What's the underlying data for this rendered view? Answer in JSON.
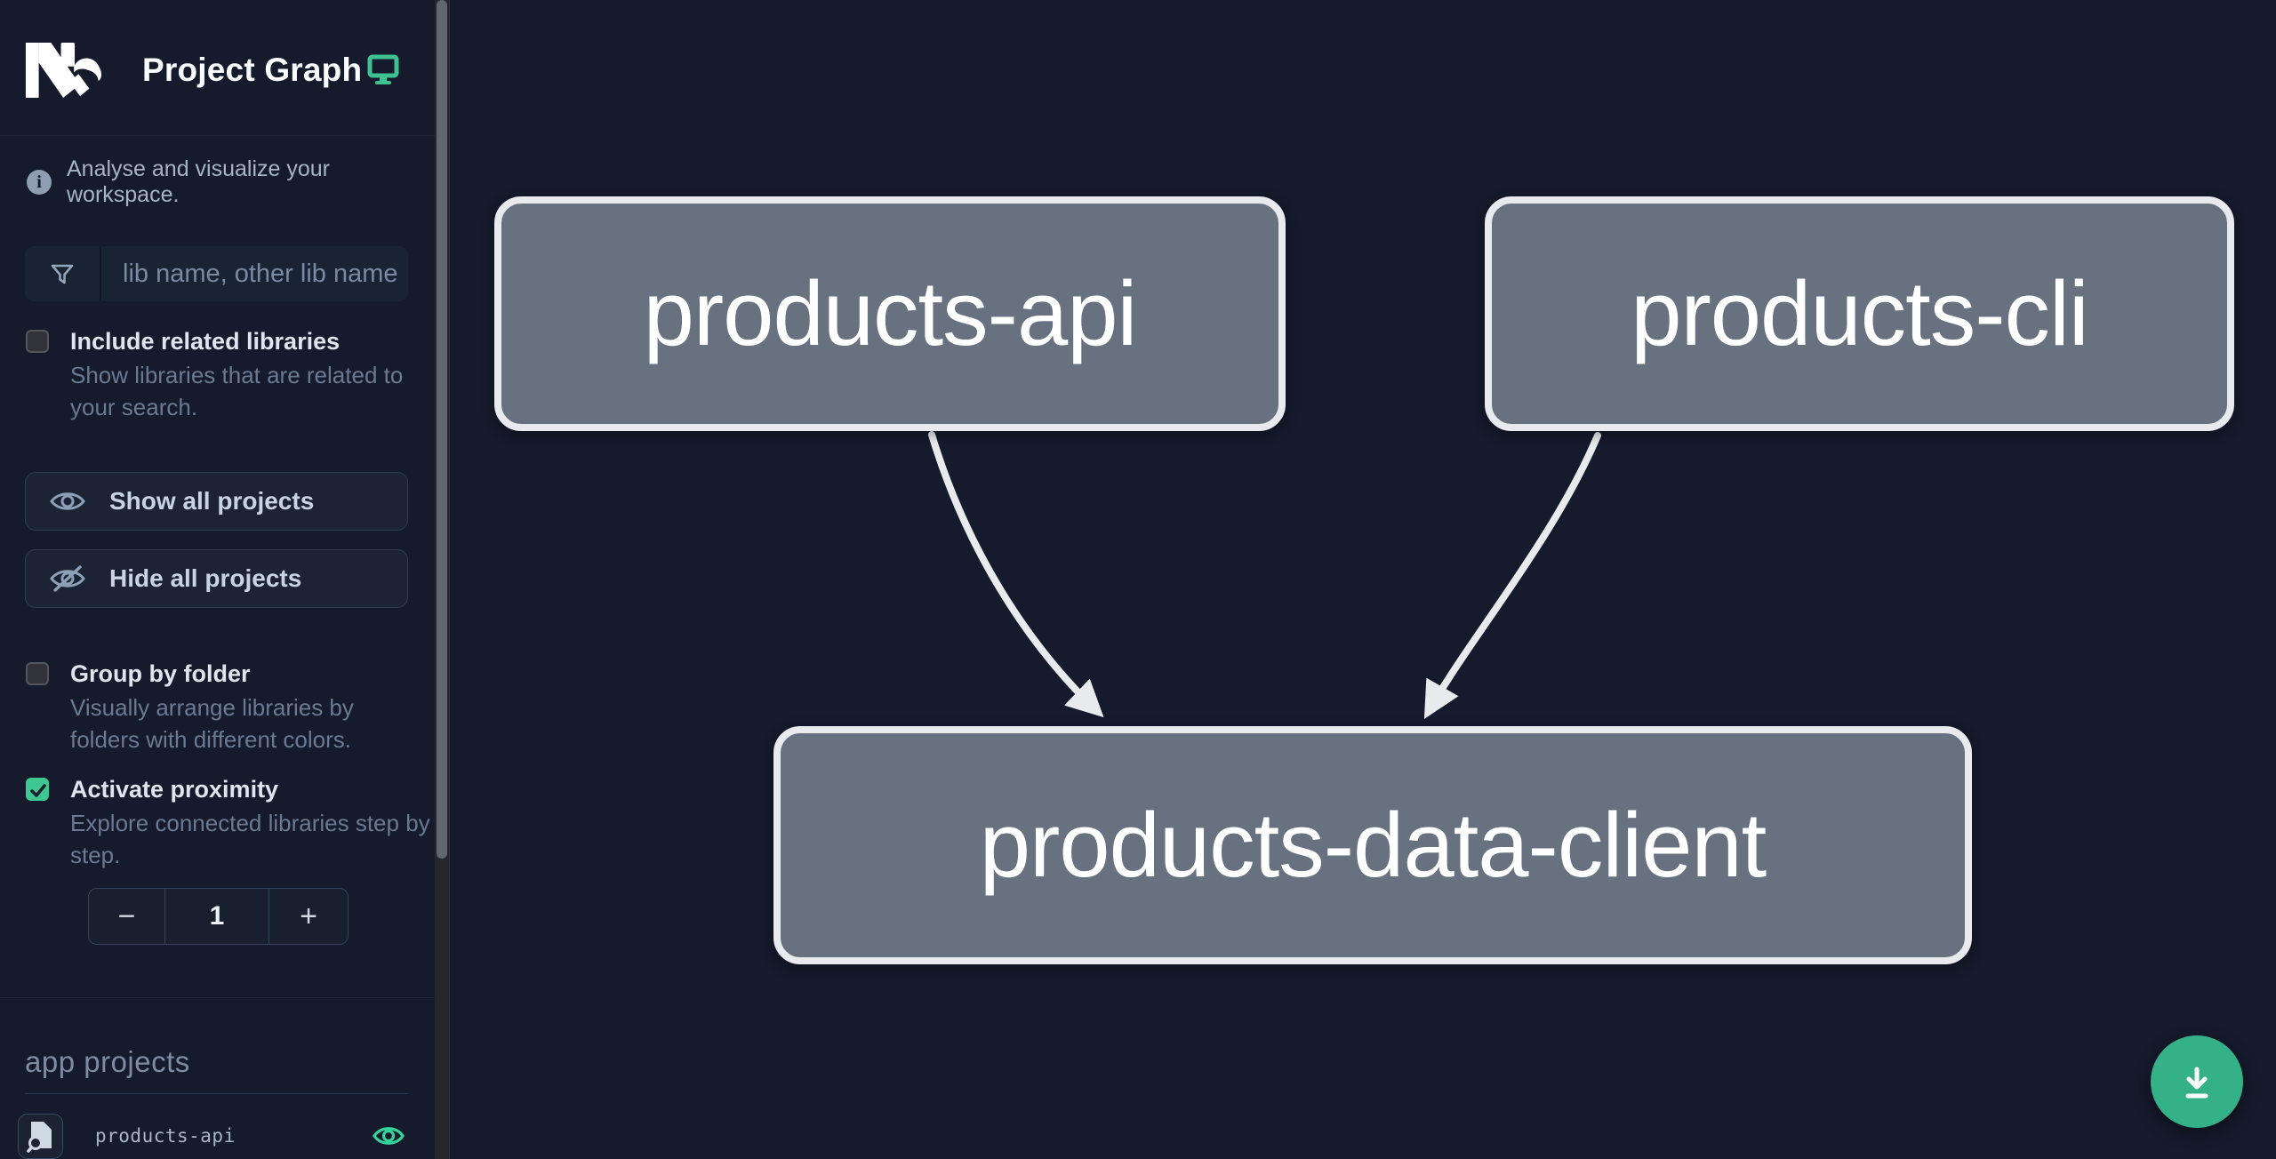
{
  "app": {
    "title": "Project Graph"
  },
  "sidebar": {
    "tagline": "Analyse and visualize your workspace.",
    "filter": {
      "placeholder": "lib name, other lib name",
      "value": ""
    },
    "include_related": {
      "label": "Include related libraries",
      "description": "Show libraries that are related to your search.",
      "checked": false
    },
    "show_all_label": "Show all projects",
    "hide_all_label": "Hide all projects",
    "group_by_folder": {
      "label": "Group by folder",
      "description": "Visually arrange libraries by folders with different colors.",
      "checked": false
    },
    "activate_proximity": {
      "label": "Activate proximity",
      "description": "Explore connected libraries step by step.",
      "checked": true
    },
    "stepper": {
      "decrement": "−",
      "value": "1",
      "increment": "+"
    },
    "app_projects": {
      "heading": "app projects",
      "items": [
        {
          "name": "products-api",
          "visible": true
        }
      ]
    }
  },
  "graph": {
    "nodes": [
      {
        "id": "products-api",
        "label": "products-api"
      },
      {
        "id": "products-cli",
        "label": "products-cli"
      },
      {
        "id": "products-data-client",
        "label": "products-data-client"
      }
    ],
    "edges": [
      {
        "from": "products-api",
        "to": "products-data-client"
      },
      {
        "from": "products-cli",
        "to": "products-data-client"
      }
    ]
  },
  "fab": {
    "icon": "download-icon"
  },
  "colors": {
    "background": "#151a2c",
    "accent_green": "#3fc790",
    "fab_green": "#35b187",
    "eye_green": "#34d399",
    "monitor_teal": "#3ec292",
    "node_fill": "#68717f",
    "node_border": "#e8eaed",
    "edge": "#e8eaec"
  }
}
